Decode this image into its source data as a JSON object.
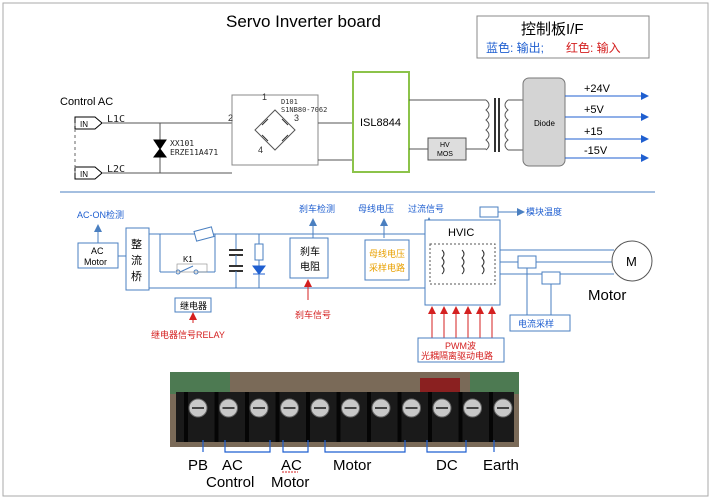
{
  "title": "Servo Inverter board",
  "legend_box": {
    "title": "控制板I/F",
    "blue_text": "蓝色: 输出;",
    "red_text": "红色: 输入"
  },
  "power": {
    "control_ac": "Control AC",
    "l1c": "L1C",
    "l2c": "L2C",
    "in_tag": "IN",
    "varistor": "XX101",
    "varistor_part": "ERZE11A471",
    "diode_ref": "D101",
    "diode_part": "S1NB80-7062",
    "node_2": "2",
    "node_3": "3",
    "node_1": "1",
    "node_4": "4",
    "node_2b": "2",
    "controller": "ISL8844",
    "hv_mos_1": "HV",
    "hv_mos_2": "MOS",
    "diode_block": "Diode",
    "outputs": [
      "+24V",
      "+5V",
      "+15",
      "-15V"
    ]
  },
  "main": {
    "ac_on_detect": "AC-ON检测",
    "ac_motor_1": "AC",
    "ac_motor_2": "Motor",
    "rectifier": [
      "整",
      "流",
      "桥"
    ],
    "k1": "K1",
    "relay": "继电器",
    "relay_signal": "继电器信号RELAY",
    "brake_detect": "刹车检测",
    "brake_res_1": "刹车",
    "brake_res_2": "电阻",
    "brake_signal": "刹车信号",
    "bus_voltage": "母线电压",
    "bus_sample_1": "母线电压",
    "bus_sample_2": "采样电路",
    "overcurrent": "过流信号",
    "module_temp": "模块温度",
    "hvic": "HVIC",
    "motor_m": "M",
    "motor_label": "Motor",
    "current_sample": "电流采样",
    "pwm_1": "PWM波",
    "pwm_2": "光耦隔离驱动电路"
  },
  "terminal_labels": {
    "pb": "PB",
    "ac_control_1": "AC",
    "ac_control_2": "Control",
    "ac_motor_1": "AC",
    "ac_motor_2": "Motor",
    "motor": "Motor",
    "dc": "DC",
    "earth": "Earth"
  },
  "colors": {
    "blue": "#1f5fd0",
    "red": "#d42020",
    "orange": "#e8a000",
    "green": "#8cc34a",
    "line": "#4a7fc0",
    "gray_block": "#d4d4d4"
  }
}
